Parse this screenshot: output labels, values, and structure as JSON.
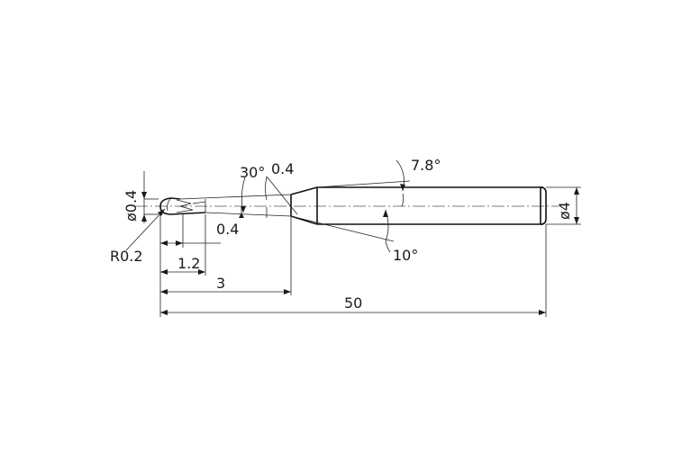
{
  "dimensions": {
    "tip_diameter": "ø0.4",
    "ball_radius": "R0.2",
    "flute_length": "1.2",
    "neck_length": "3",
    "overall_length": "50",
    "shank_diameter": "ø4",
    "neck_angle": "30°",
    "taper_angle": "7.8°",
    "tip_angle": "10°",
    "neck_width": "0.4",
    "chamfer": "0.4"
  }
}
